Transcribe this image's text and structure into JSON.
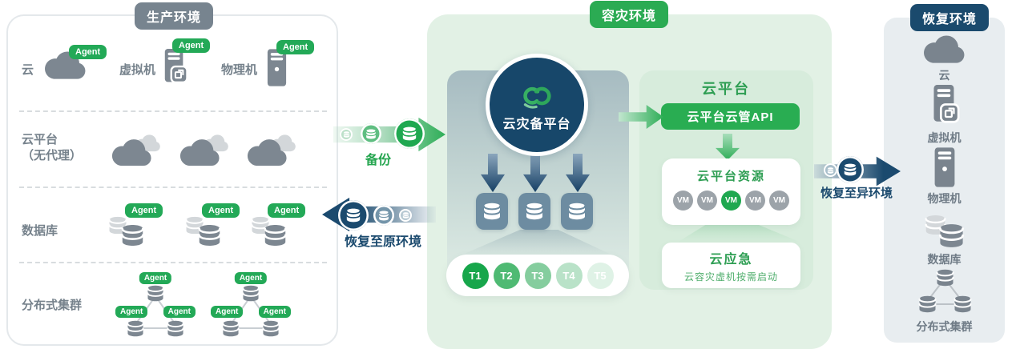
{
  "colors": {
    "accent_green": "#2BAB53",
    "accent_navy": "#1A4A6D",
    "badge_gray": "#77848F",
    "dr_panel_bg": "#E2F1E5",
    "recovery_panel_bg": "#E8EDF0",
    "tier_colors": [
      "#17A64B",
      "#4FBA73",
      "#85CD9E",
      "#B9E2C8",
      "#DFF2E6"
    ]
  },
  "production": {
    "title": "生产环境",
    "agent_label": "Agent",
    "rows": {
      "cloud": {
        "label": "云"
      },
      "vm": {
        "label": "虚拟机"
      },
      "physical": {
        "label": "物理机"
      },
      "cloud_platform": {
        "line1": "云平台",
        "line2": "（无代理）"
      },
      "database": {
        "label": "数据库"
      },
      "cluster": {
        "label": "分布式集群"
      }
    }
  },
  "flows": {
    "backup": {
      "label": "备份"
    },
    "restore_original": {
      "label": "恢复至原环境"
    },
    "restore_alternate": {
      "label": "恢复至异环境"
    }
  },
  "dr": {
    "title": "容灾环境",
    "platform_name": "云灾备平台",
    "tiers": [
      "T1",
      "T2",
      "T3",
      "T4",
      "T5"
    ],
    "cloud_platform": {
      "title": "云平台",
      "api_label": "云平台云管API",
      "resources_title": "云平台资源",
      "vm_label": "VM",
      "emergency_title": "云应急",
      "emergency_subtitle": "云容灾虚机按需启动"
    }
  },
  "recovery": {
    "title": "恢复环境",
    "items": [
      {
        "label": "云"
      },
      {
        "label": "虚拟机"
      },
      {
        "label": "物理机"
      },
      {
        "label": "数据库"
      },
      {
        "label": "分布式集群"
      }
    ]
  }
}
